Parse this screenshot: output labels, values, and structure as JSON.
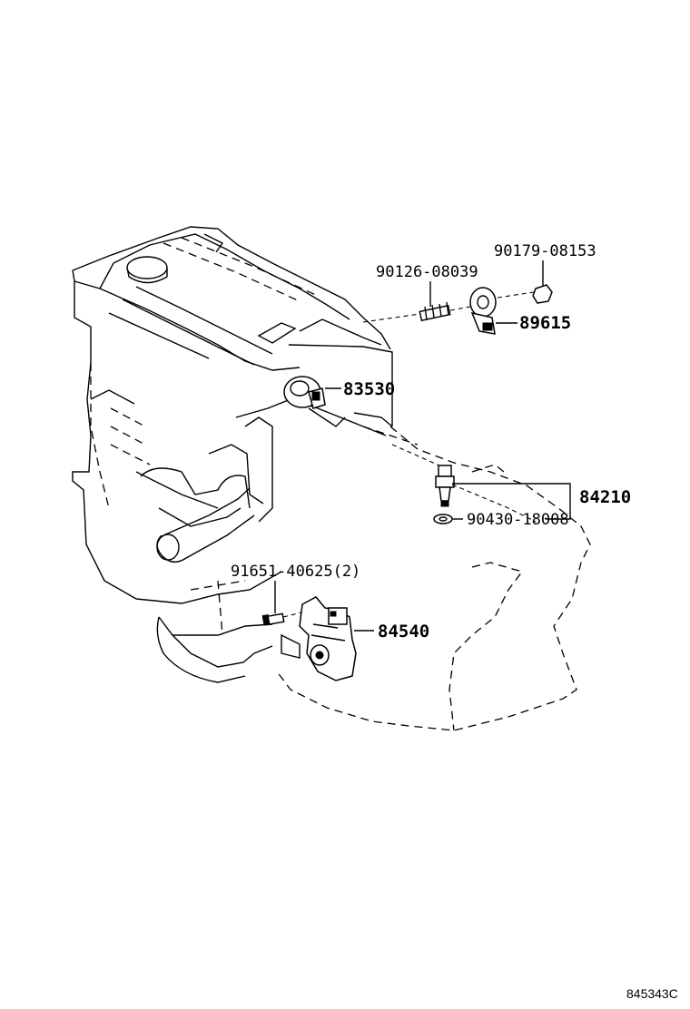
{
  "diagram": {
    "reference_code": "845343C",
    "callouts": [
      {
        "id": "c1",
        "part_number": "90179-08153"
      },
      {
        "id": "c2",
        "part_number": "90126-08039"
      },
      {
        "id": "c3",
        "part_number": "89615"
      },
      {
        "id": "c4",
        "part_number": "83530"
      },
      {
        "id": "c5",
        "part_number": "84210"
      },
      {
        "id": "c6",
        "part_number": "90430-18008"
      },
      {
        "id": "c7",
        "part_number": "91651-40625(2)"
      },
      {
        "id": "c8",
        "part_number": "84540"
      }
    ]
  }
}
